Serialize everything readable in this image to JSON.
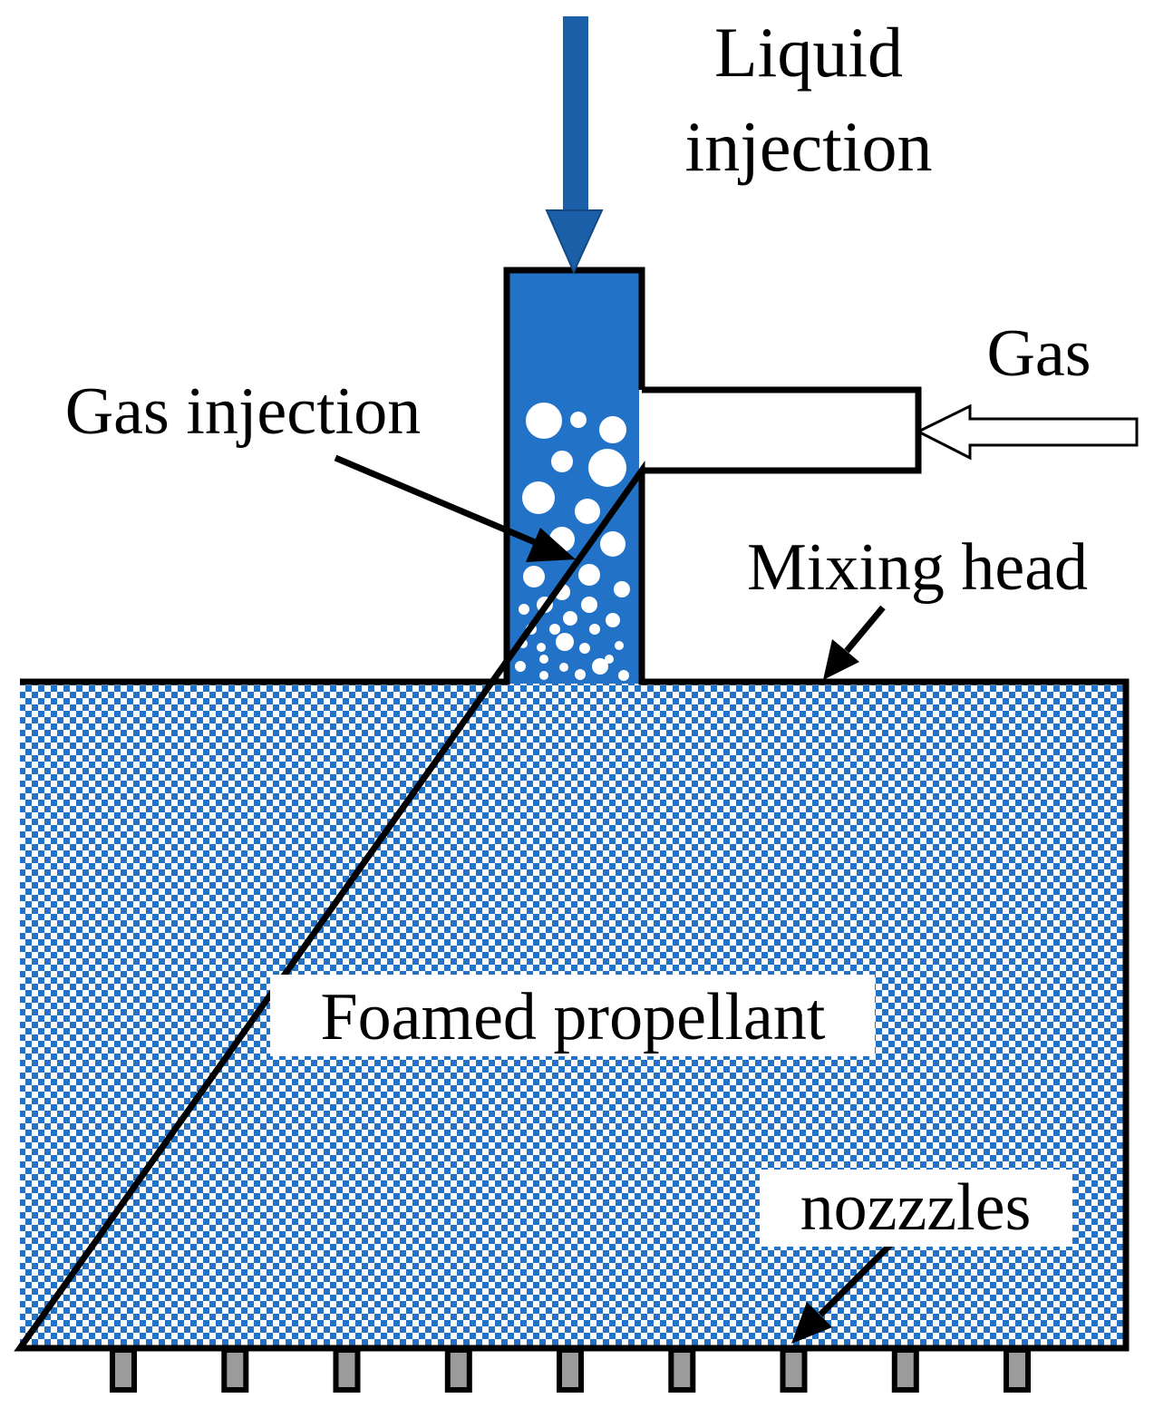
{
  "labels": {
    "liquid_line1": "Liquid",
    "liquid_line2": "injection",
    "gas": "Gas",
    "gas_injection": "Gas injection",
    "mixing_head": "Mixing head",
    "foamed_propellant": "Foamed propellant",
    "nozzles": "nozzzles"
  },
  "colors": {
    "liquid_blue": "#2273c8",
    "arrow_blue": "#1a5fa8",
    "checker_light": "#ffffff",
    "outline": "#000000",
    "nozzle_fill": "#9b9b9b"
  },
  "nozzle_count": 9
}
